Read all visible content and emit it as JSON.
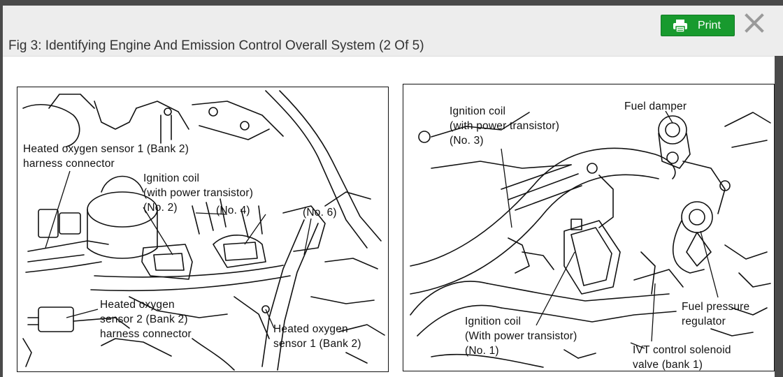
{
  "modal": {
    "title": "Fig 3: Identifying Engine And Emission Control Overall System (2 Of 5)",
    "print_label": "Print",
    "print_color": "#189a2e"
  },
  "left_diagram": {
    "labels": {
      "o2_bank2_line1": "Heated oxygen sensor 1 (Bank 2)",
      "o2_bank2_line2": "harness connector",
      "coil_line1": "Ignition coil",
      "coil_line2": "(with power transistor)",
      "coil_no2": "(No. 2)",
      "coil_no4": "(No. 4)",
      "coil_no6": "(No. 6)",
      "o2s2_line1": "Heated oxygen",
      "o2s2_line2": "sensor 2 (Bank 2)",
      "o2s2_line3": "harness connector",
      "o2s1_line1": "Heated oxygen",
      "o2s1_line2": "sensor 1 (Bank 2)"
    }
  },
  "right_diagram": {
    "labels": {
      "coil3_line1": "Ignition coil",
      "coil3_line2": "(with power transistor)",
      "coil3_line3": "(No. 3)",
      "fuel_damper": "Fuel damper",
      "coil1_line1": "Ignition coil",
      "coil1_line2": "(With power transistor)",
      "coil1_line3": "(No. 1)",
      "fpr_line1": "Fuel pressure",
      "fpr_line2": "regulator",
      "ivt_line1": "IVT control solenoid",
      "ivt_line2": "valve (bank 1)"
    }
  }
}
